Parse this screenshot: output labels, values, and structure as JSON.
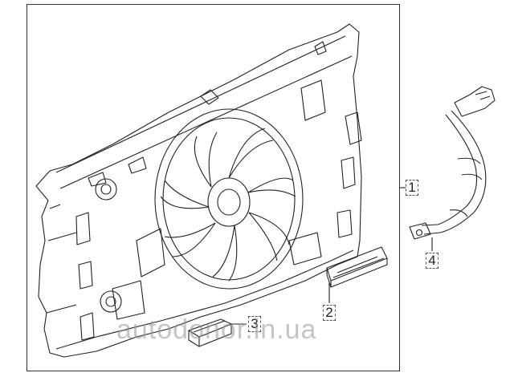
{
  "callouts": [
    {
      "id": "1",
      "label": "1"
    },
    {
      "id": "2",
      "label": "2"
    },
    {
      "id": "3",
      "label": "3"
    },
    {
      "id": "4",
      "label": "4"
    }
  ],
  "watermark": "autodonor.in.ua",
  "colors": {
    "line": "#222222",
    "frame": "#333333",
    "watermark": "#969696"
  }
}
